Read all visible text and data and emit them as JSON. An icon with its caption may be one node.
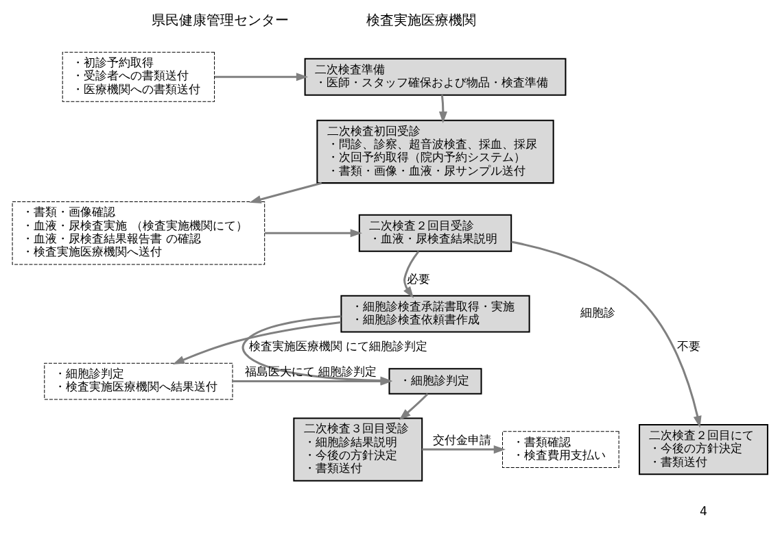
{
  "diagram": {
    "nodes": [
      {
        "text": [
          "・初診予約取得",
          "・受診者への書類送付",
          "・医療機関への書類送付"
        ]
      },
      {
        "text": [
          "二次検査準備",
          "・医師・スタッフ確保および物品・検査準備"
        ]
      },
      {
        "text": [
          "二次検査初回受診",
          "・問診、診察、超音波検査、採血、採尿",
          "・次回予約取得（院内予約システム）",
          "・書類・画像・血液・尿サンプル送付"
        ]
      },
      {
        "text": [
          "・書類・画像確認",
          "・血液・尿検査実施 （検査実施機関にて）",
          "・血液・尿検査結果報告書 の確認",
          "・検査実施医療機関へ送付"
        ]
      },
      {
        "text": [
          "二次検査２回目受診",
          "・血液・尿検査結果説明"
        ]
      },
      {
        "text": [
          "・細胞診検査承諾書取得・実施",
          "・細胞診検査依頼書作成"
        ]
      },
      {
        "text": [
          "・細胞診判定",
          "・検査実施医療機関へ結果送付"
        ]
      },
      {
        "text": [
          "・細胞診判定"
        ]
      },
      {
        "text": [
          "二次検査３回目受診",
          "・細胞診結果説明",
          "・今後の方針決定",
          "・書類送付"
        ]
      },
      {
        "text": [
          "二次検査２回目にて",
          "・今後の方針決定",
          "・書類送付"
        ]
      },
      {
        "text": [
          "・書類確認",
          "・検査費用支払い"
        ]
      }
    ],
    "edges": [
      {
        "from": 0,
        "to": 1,
        "arrow": "to"
      },
      {
        "from": 1,
        "to": 2,
        "arrow": "to"
      },
      {
        "from": 2,
        "to": 3,
        "arrow": "to"
      },
      {
        "from": 3,
        "to": 4,
        "arrow": "to"
      },
      {
        "from": 4,
        "to": 5,
        "label": "必要",
        "arrow": "to"
      },
      {
        "from": 4,
        "to": 9,
        "label": "不要",
        "arrow": "to"
      },
      {
        "from": 5,
        "to": 6,
        "arrow": "to"
      },
      {
        "from": 5,
        "to": 7,
        "label": "検査実施医療機関 にて細胞診判定",
        "arrow": "to"
      },
      {
        "from": 6,
        "to": 7,
        "label": "福島医大にて 細胞診判定",
        "arrow": "to"
      },
      {
        "from": 7,
        "to": 8,
        "arrow": "to"
      },
      {
        "from": 8,
        "to": 10,
        "label": "交付金申請",
        "arrow": "to"
      }
    ],
    "labels": [
      "県民健康管理センター",
      "検査実施医療機関",
      "細胞診",
      "4"
    ]
  }
}
